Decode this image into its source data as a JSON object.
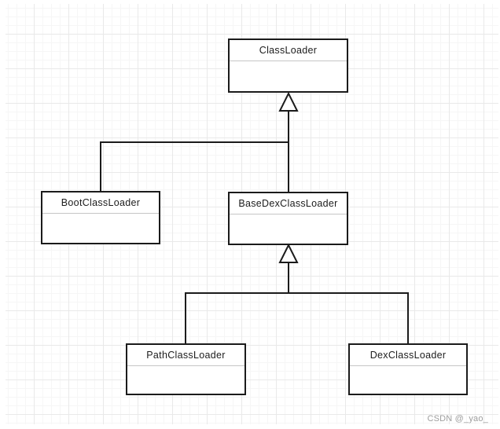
{
  "diagram": {
    "type": "uml-class-diagram",
    "classes": [
      {
        "id": "classloader",
        "name": "ClassLoader"
      },
      {
        "id": "bootclassloader",
        "name": "BootClassLoader"
      },
      {
        "id": "basedexclassloader",
        "name": "BaseDexClassLoader"
      },
      {
        "id": "pathclassloader",
        "name": "PathClassLoader"
      },
      {
        "id": "dexclassloader",
        "name": "DexClassLoader"
      }
    ],
    "relations": [
      {
        "from": "BootClassLoader",
        "to": "ClassLoader",
        "type": "generalization"
      },
      {
        "from": "BaseDexClassLoader",
        "to": "ClassLoader",
        "type": "generalization"
      },
      {
        "from": "PathClassLoader",
        "to": "BaseDexClassLoader",
        "type": "generalization"
      },
      {
        "from": "DexClassLoader",
        "to": "BaseDexClassLoader",
        "type": "generalization"
      }
    ]
  },
  "watermark": {
    "text": "CSDN @_yao_"
  },
  "colors": {
    "box_stroke": "#1b1b1b",
    "box_fill": "#ffffff",
    "divider": "#c6c6c6",
    "grid_major": "#e9e9e9",
    "grid_minor": "#f6f6f6",
    "watermark_text": "#9e9e9e"
  }
}
